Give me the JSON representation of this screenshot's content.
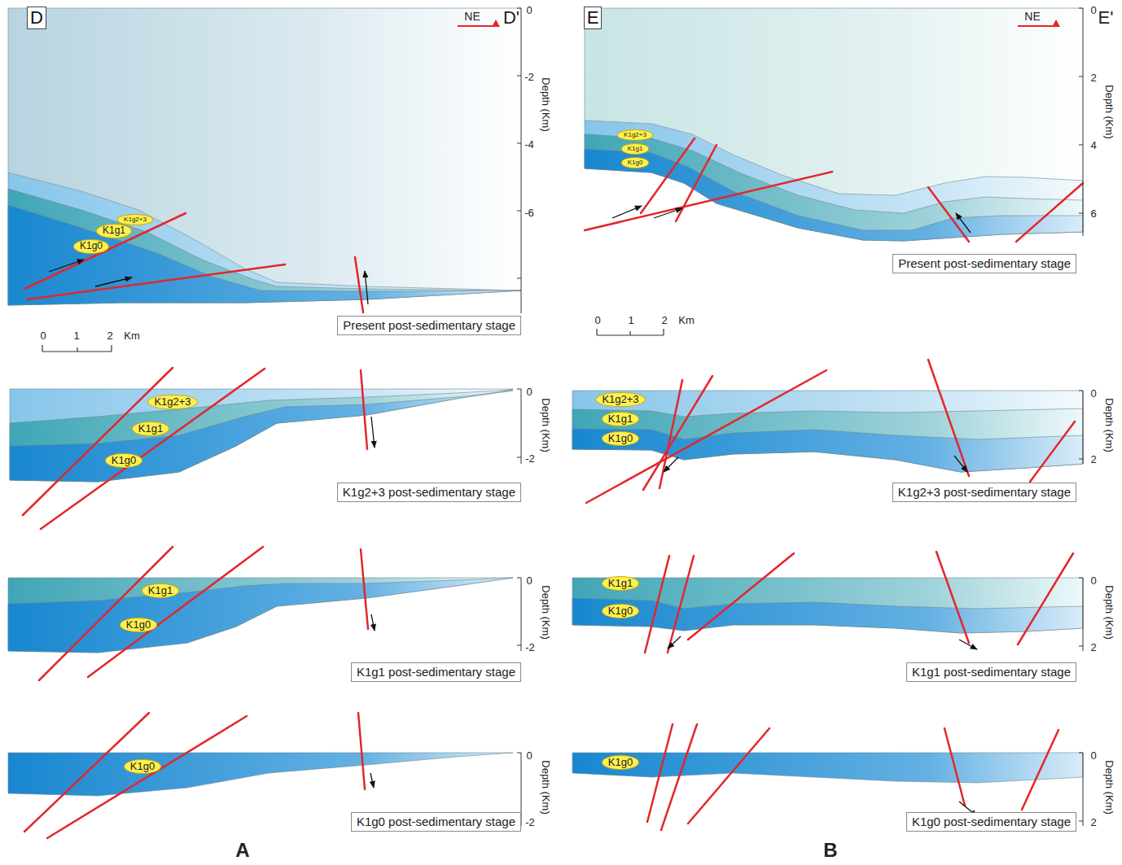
{
  "diagram": {
    "nodes": [
      {
        "text": [
          "D"
        ]
      },
      {
        "text": [
          "K1g2+3"
        ]
      },
      {
        "text": [
          "K1g1"
        ]
      },
      {
        "text": [
          "K1g0"
        ]
      },
      {
        "text": [
          "Present post-sedimentary stage"
        ]
      },
      {
        "text": [
          "K1g2+3"
        ]
      },
      {
        "text": [
          "K1g1"
        ]
      },
      {
        "text": [
          "K1g0"
        ]
      },
      {
        "text": [
          "K1g2+3 post-sedimentary stage"
        ]
      },
      {
        "text": [
          "K1g1"
        ]
      },
      {
        "text": [
          "K1g0"
        ]
      },
      {
        "text": [
          "K1g1 post-sedimentary stage"
        ]
      },
      {
        "text": [
          "K1g0"
        ]
      },
      {
        "text": [
          "K1g0 post-sedimentary stage"
        ]
      },
      {
        "text": [
          "E"
        ]
      },
      {
        "text": [
          "K1g2+3"
        ]
      },
      {
        "text": [
          "K1g1"
        ]
      },
      {
        "text": [
          "K1g0"
        ]
      },
      {
        "text": [
          "Present post-sedimentary stage"
        ]
      },
      {
        "text": [
          "K1g2+3"
        ]
      },
      {
        "text": [
          "K1g1"
        ]
      },
      {
        "text": [
          "K1g0"
        ]
      },
      {
        "text": [
          "K1g2+3 post-sedimentary stage"
        ]
      },
      {
        "text": [
          "K1g1"
        ]
      },
      {
        "text": [
          "K1g0"
        ]
      },
      {
        "text": [
          "K1g1 post-sedimentary stage"
        ]
      },
      {
        "text": [
          "K1g0"
        ]
      },
      {
        "text": [
          "K1g0 post-sedimentary stage"
        ]
      }
    ],
    "labels": [
      "D'",
      "NE",
      "0",
      "-2",
      "-4",
      "-6",
      "Depth (Km)",
      "0",
      "1",
      "2",
      "Km",
      "0",
      "Depth (Km)",
      "-2",
      "0",
      "Depth (Km)",
      "-2",
      "0",
      "Depth (Km)",
      "-2",
      "E'",
      "NE",
      "0",
      "2",
      "4",
      "6",
      "Depth (Km)",
      "0",
      "1",
      "2",
      "Km",
      "0",
      "Depth (Km)",
      "2",
      "0",
      "Depth (Km)",
      "2",
      "0",
      "Depth (Km)",
      "2",
      "A",
      "B"
    ]
  }
}
